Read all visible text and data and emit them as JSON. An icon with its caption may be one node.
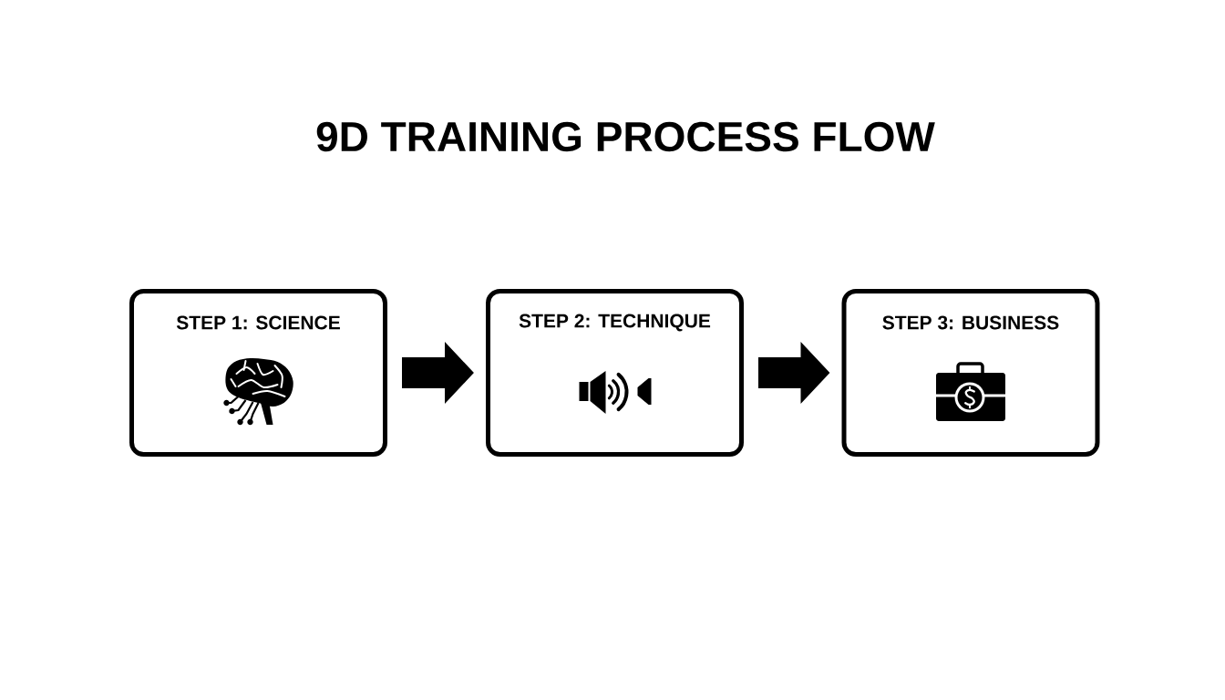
{
  "diagram": {
    "title": "9D TRAINING PROCESS FLOW",
    "nodes": [
      {
        "text": [
          "STEP 1: SCIENCE"
        ]
      },
      {
        "text": [
          "STEP 2: TECHNIQUE"
        ]
      },
      {
        "text": [
          "STEP 3: BUSINESS"
        ]
      }
    ],
    "edges": [
      {
        "from": 0,
        "to": 1,
        "arrow": "to"
      },
      {
        "from": 1,
        "to": 2,
        "arrow": "to"
      }
    ]
  }
}
